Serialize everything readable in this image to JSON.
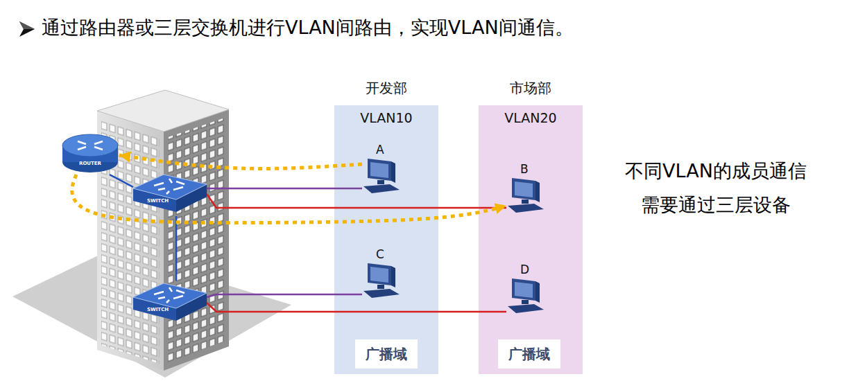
{
  "diagram": {
    "title": "通过路由器或三层交换机进行VLAN间路由，实现VLAN间通信。",
    "nodes": [
      {
        "text": [
          "ROUTER"
        ]
      },
      {
        "text": [
          "SWITCH"
        ]
      },
      {
        "text": [
          "SWITCH"
        ]
      },
      {
        "text": [
          "开发部",
          "VLAN10"
        ]
      },
      {
        "text": [
          "A"
        ],
        "in": 3
      },
      {
        "text": [
          "C"
        ],
        "in": 3
      },
      {
        "text": [
          "广播域"
        ],
        "in": 3
      },
      {
        "text": [
          "市场部",
          "VLAN20"
        ]
      },
      {
        "text": [
          "B"
        ],
        "in": 7
      },
      {
        "text": [
          "D"
        ],
        "in": 7
      },
      {
        "text": [
          "广播域"
        ],
        "in": 7
      }
    ],
    "edges": [
      {
        "from": 1,
        "to": 0,
        "arrow": "none"
      },
      {
        "from": 1,
        "to": 2,
        "arrow": "none"
      },
      {
        "from": 1,
        "to": 4,
        "arrow": "none"
      },
      {
        "from": 1,
        "to": 8,
        "arrow": "none"
      },
      {
        "from": 2,
        "to": 5,
        "arrow": "none"
      },
      {
        "from": 2,
        "to": 9,
        "arrow": "none"
      },
      {
        "from": 4,
        "to": 0,
        "arrow": "to"
      },
      {
        "from": 0,
        "to": 8,
        "arrow": "to"
      }
    ],
    "labels": [
      "不同VLAN的成员通信 需要通过三层设备"
    ]
  }
}
